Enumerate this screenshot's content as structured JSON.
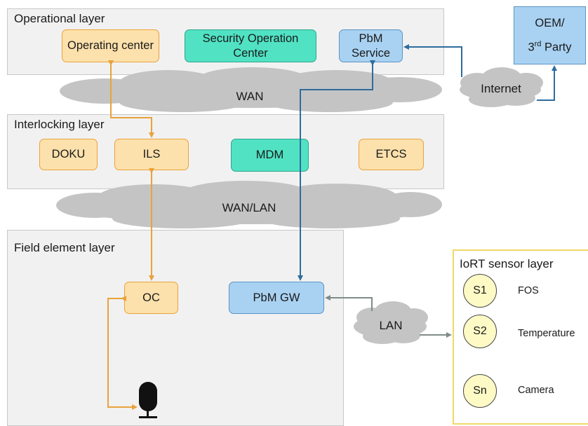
{
  "layers": {
    "operational": "Operational layer",
    "interlocking": "Interlocking layer",
    "field": "Field element layer"
  },
  "nodes": {
    "operating_center": "Operating center",
    "soc": "Security Operation Center",
    "pbm_service": "PbM Service",
    "oem": "OEM/",
    "third_party_base": "3",
    "third_party_sup": "rd",
    "third_party_rest": " Party",
    "doku": "DOKU",
    "ils": "ILS",
    "mdm": "MDM",
    "etcs": "ETCS",
    "oc": "OC",
    "pbm_gw": "PbM GW"
  },
  "networks": {
    "wan": "WAN",
    "wan_lan": "WAN/LAN",
    "internet": "Internet",
    "lan": "LAN"
  },
  "iort": {
    "title": "IoRT sensor layer",
    "sensors": [
      {
        "id": "S1",
        "label": "FOS"
      },
      {
        "id": "S2",
        "label": "Temperature"
      },
      {
        "id": "Sn",
        "label": "Camera"
      }
    ]
  },
  "colors": {
    "orange_link": "#e9a23b",
    "blue_link": "#2e6c9c",
    "gray_link": "#7f8c8a",
    "cloud": "#c4c4c4"
  },
  "icons": [
    "railway-signal-icon"
  ]
}
